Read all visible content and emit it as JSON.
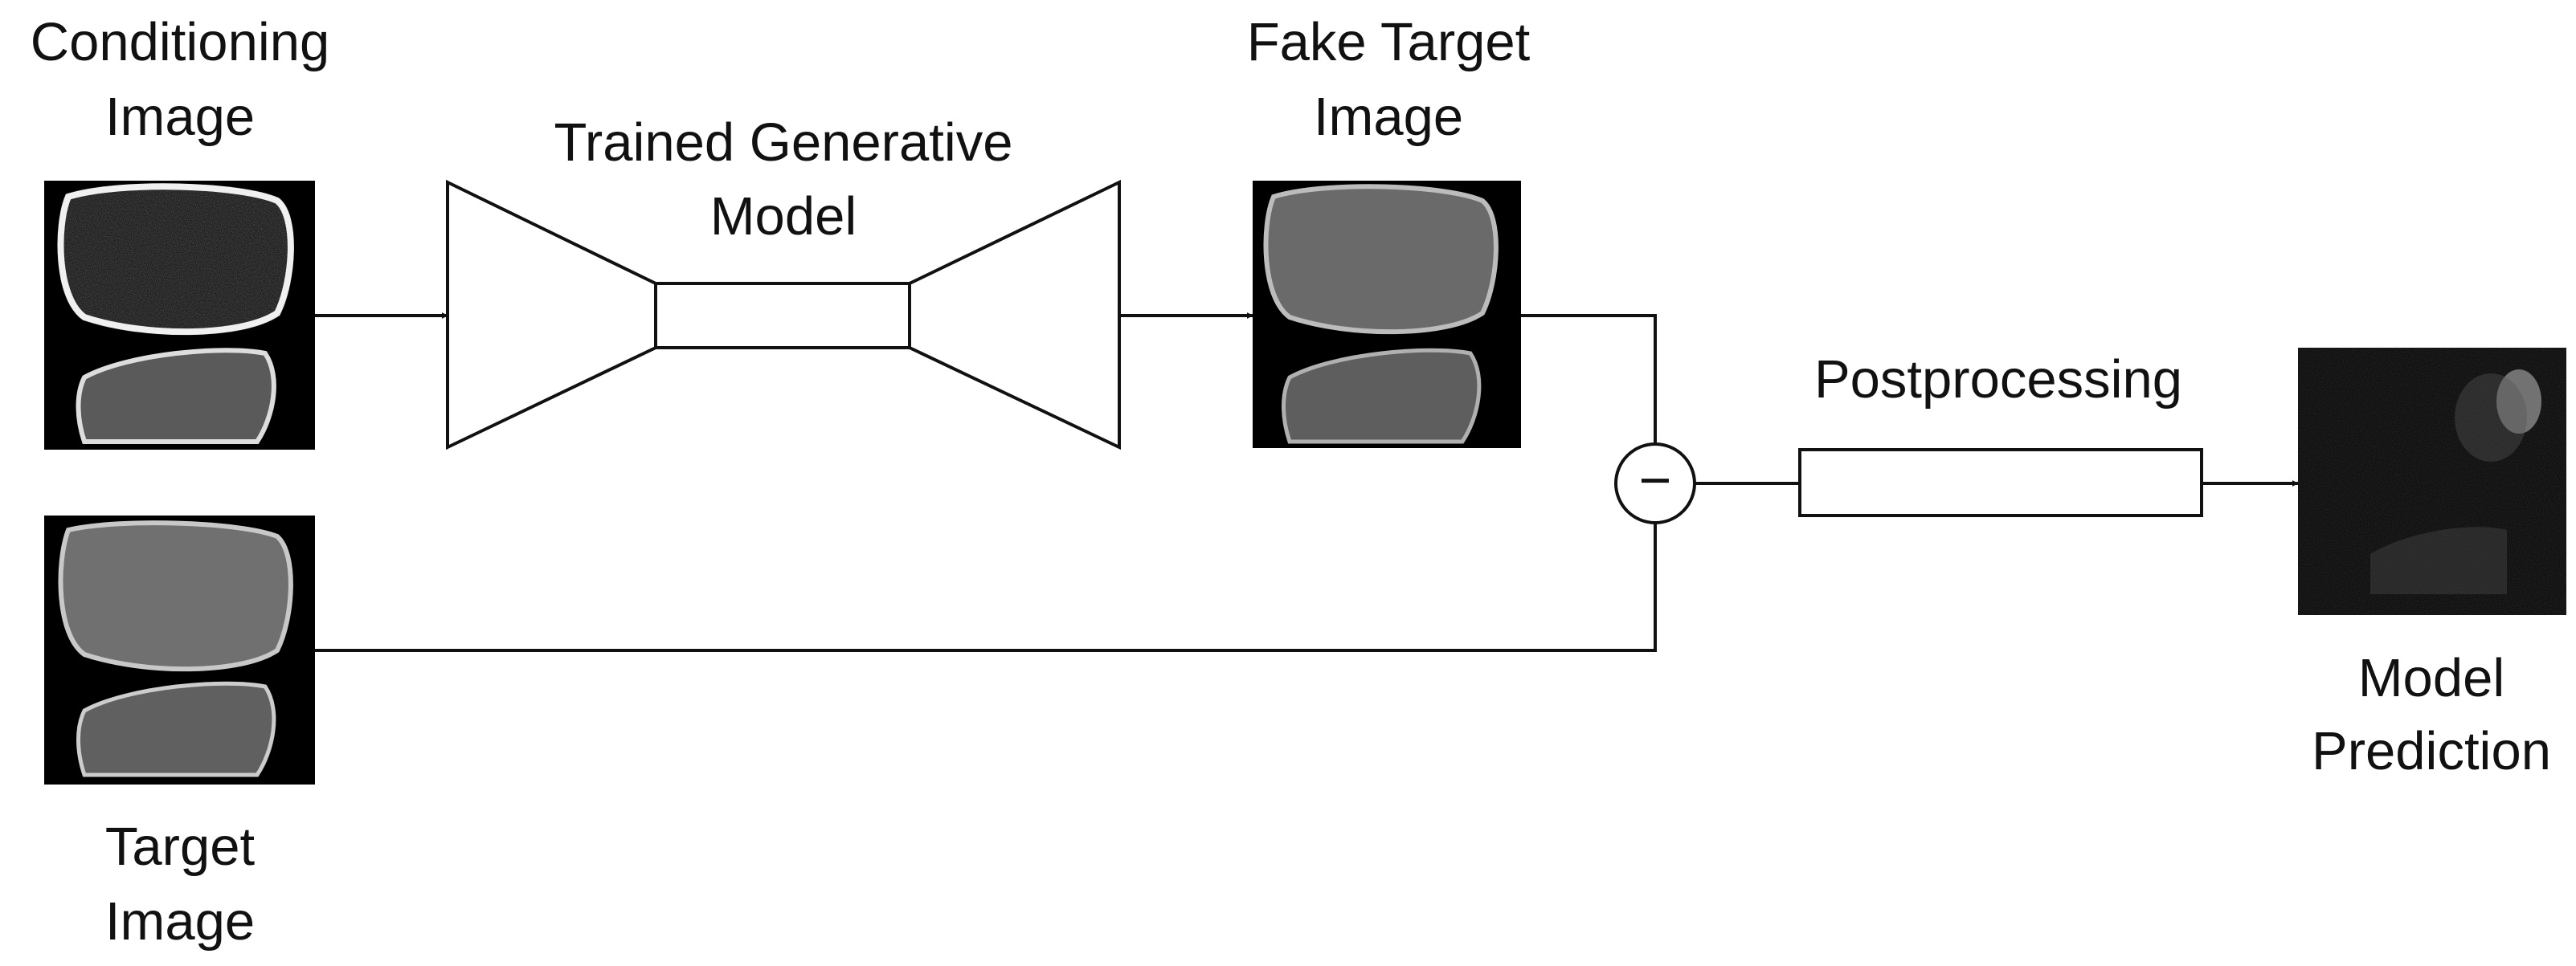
{
  "labels": {
    "conditioning_line1": "Conditioning",
    "conditioning_line2": "Image",
    "model_line1": "Trained Generative",
    "model_line2": "Model",
    "fake_line1": "Fake Target",
    "fake_line2": "Image",
    "postprocessing": "Postprocessing",
    "target_line1": "Target",
    "target_line2": "Image",
    "prediction_line1": "Model",
    "prediction_line2": "Prediction",
    "operator": "−"
  },
  "colors": {
    "stroke": "#111111",
    "image_background": "#000000"
  }
}
